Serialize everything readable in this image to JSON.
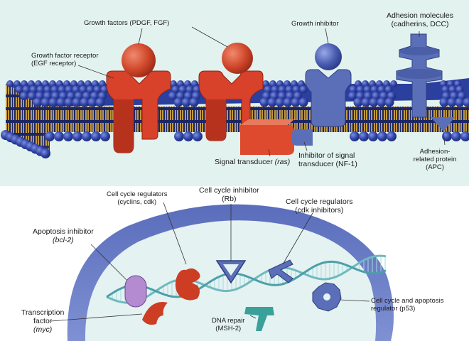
{
  "top": {
    "growth_factors": "Growth factors (PDGF, FGF)",
    "gf_receptor_1": "Growth factor receptor",
    "gf_receptor_2": "(EGF receptor)",
    "growth_inhibitor": "Growth inhibitor",
    "adhesion_1": "Adhesion molecules",
    "adhesion_2": "(cadherins, DCC)",
    "signal_transducer": "Signal transducer",
    "signal_transducer_gene": "(ras)",
    "inhibitor_signal_1": "Inhibitor of signal",
    "inhibitor_signal_2": "transducer (NF-1)",
    "adhesion_protein_1": "Adhesion-",
    "adhesion_protein_2": "related protein",
    "adhesion_protein_3": "(APC)"
  },
  "bottom": {
    "ccr_cyclins_1": "Cell cycle regulators",
    "ccr_cyclins_2": "(cyclins, cdk)",
    "cci_1": "Cell cycle inhibitor",
    "cci_2": "(Rb)",
    "ccr_inhib_1": "Cell cycle regulators",
    "ccr_inhib_2": "(cdk inhibitors)",
    "apoptosis_1": "Apoptosis inhibitor",
    "apoptosis_2": "(bcl-2)",
    "transcription_1": "Transcription",
    "transcription_2": "factor",
    "transcription_3": "(myc)",
    "dna_repair_1": "DNA repair",
    "dna_repair_2": "(MSH-2)",
    "p53_1": "Cell cycle and apoptosis",
    "p53_2": "regulator (p53)"
  },
  "colors": {
    "bg_top": "#dff1ee",
    "lipid_head": "#2b3f9e",
    "lipid_tail": "#e8b53a",
    "receptor": "#d8412a",
    "growth_factor": "#cf4a2c",
    "inhibitor_blue": "#5a6fb8",
    "nucleus_bg": "#e4f2f1",
    "nucleus_rim": "#6b7dc4",
    "dna": "#7ec1c6",
    "purple": "#b48ad0",
    "teal": "#3aa09a"
  }
}
